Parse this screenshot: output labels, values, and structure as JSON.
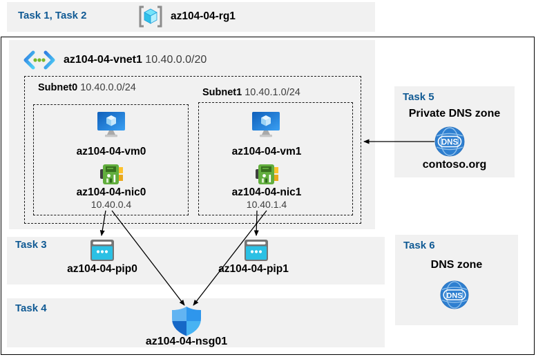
{
  "colors": {
    "task_label_blue": "#105a94",
    "panel_gray": "#f1f1f1",
    "frame_black": "#000000",
    "dns_blue": "#2e7fd0",
    "pip_cyan": "#2bc0e4",
    "nic_green": "#62ae3e",
    "vm_blue": "#1f7fd6",
    "vnet_dot_green": "#76b82a"
  },
  "header": {
    "task_label": "Task 1, Task 2",
    "resource_group": {
      "name": "az104-04-rg1",
      "icon": "resource-group-icon"
    }
  },
  "vnet": {
    "name": "az104-04-vnet1",
    "cidr": "10.40.0.0/20",
    "icon": "virtual-network-icon",
    "subnets": [
      {
        "name": "Subnet0",
        "cidr": "10.40.0.0/24",
        "vm": {
          "name": "az104-04-vm0",
          "icon": "virtual-machine-icon"
        },
        "nic": {
          "name": "az104-04-nic0",
          "ip": "10.40.0.4",
          "icon": "network-interface-icon"
        }
      },
      {
        "name": "Subnet1",
        "cidr": "10.40.1.0/24",
        "vm": {
          "name": "az104-04-vm1",
          "icon": "virtual-machine-icon"
        },
        "nic": {
          "name": "az104-04-nic1",
          "ip": "10.40.1.4",
          "icon": "network-interface-icon"
        }
      }
    ]
  },
  "task3": {
    "label": "Task 3",
    "pips": [
      {
        "name": "az104-04-pip0",
        "icon": "public-ip-icon"
      },
      {
        "name": "az104-04-pip1",
        "icon": "public-ip-icon"
      }
    ]
  },
  "task4": {
    "label": "Task 4",
    "nsg": {
      "name": "az104-04-nsg01",
      "icon": "network-security-group-icon"
    }
  },
  "task5": {
    "label": "Task 5",
    "title": "Private DNS zone",
    "zone_name": "contoso.org",
    "icon": "dns-icon"
  },
  "task6": {
    "label": "Task 6",
    "title": "DNS zone",
    "icon": "dns-icon"
  },
  "icons": {
    "dns_text": "DNS"
  }
}
